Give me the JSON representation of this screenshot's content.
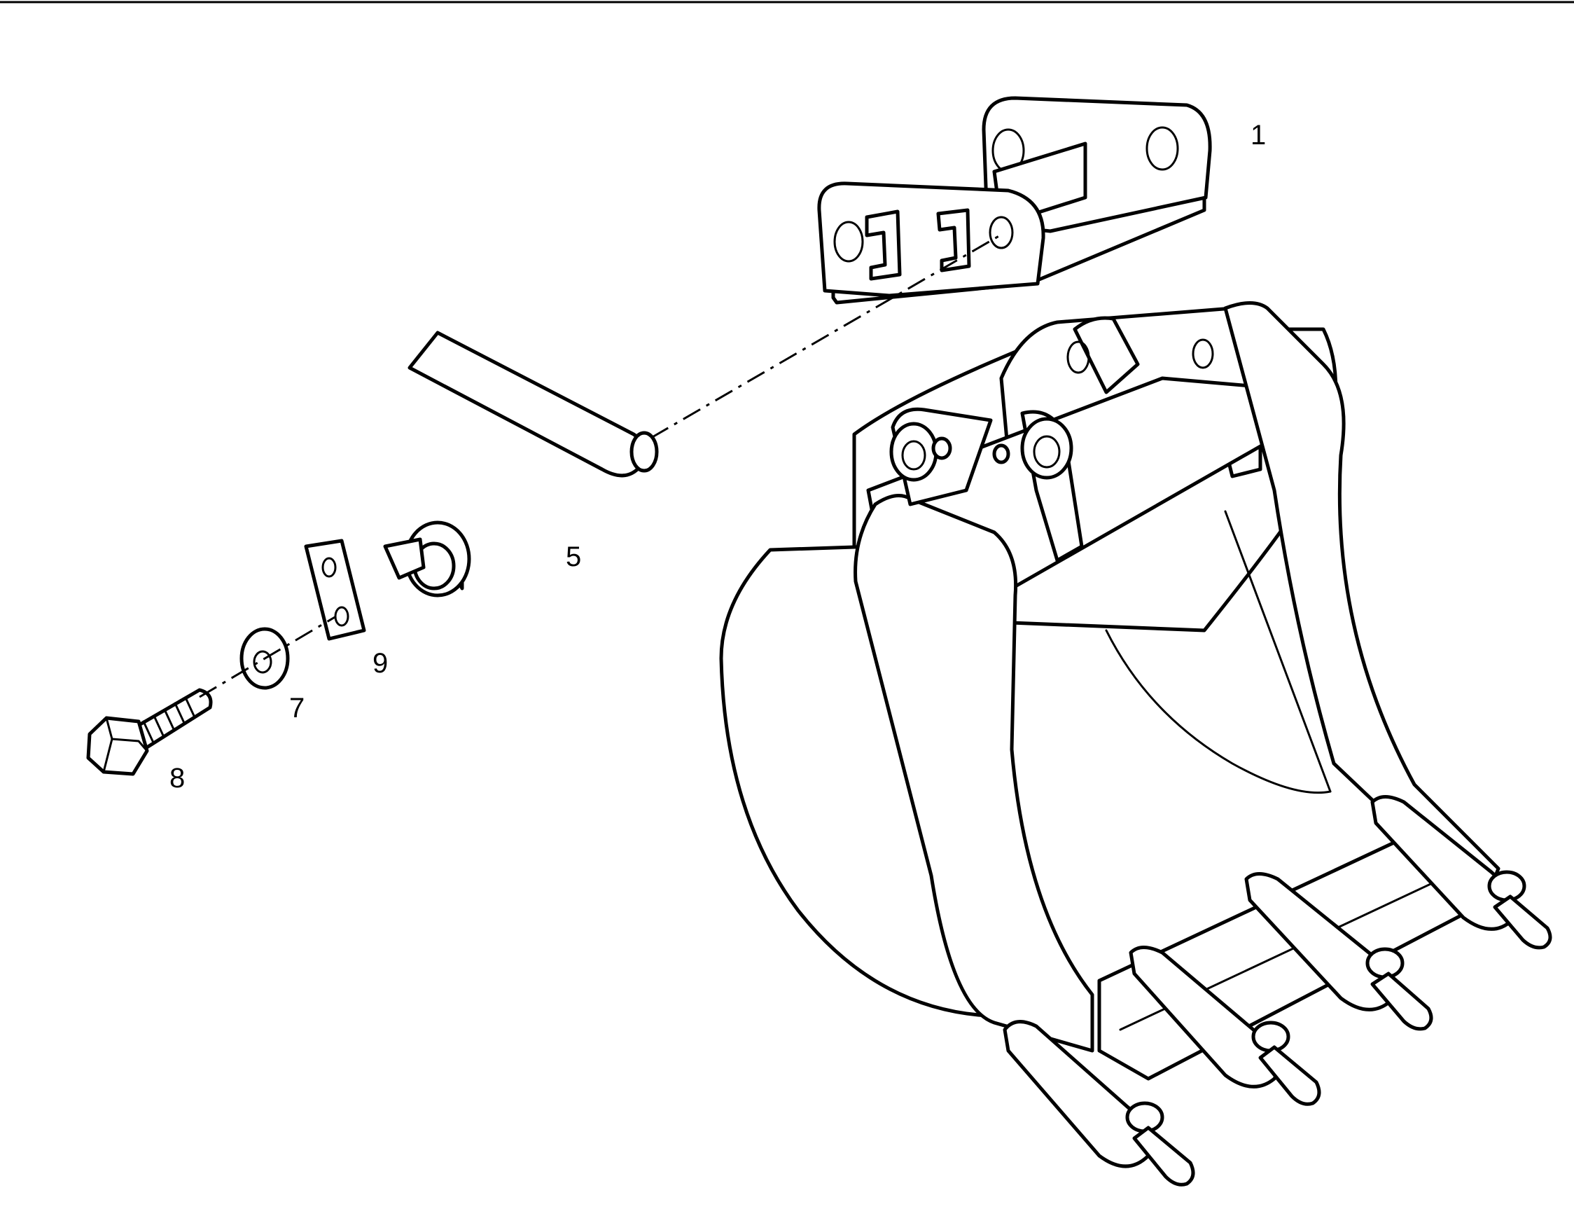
{
  "callouts": [
    {
      "id": "1",
      "text": "1"
    },
    {
      "id": "5",
      "text": "5"
    },
    {
      "id": "7",
      "text": "7"
    },
    {
      "id": "8",
      "text": "8"
    },
    {
      "id": "9",
      "text": "9"
    }
  ]
}
